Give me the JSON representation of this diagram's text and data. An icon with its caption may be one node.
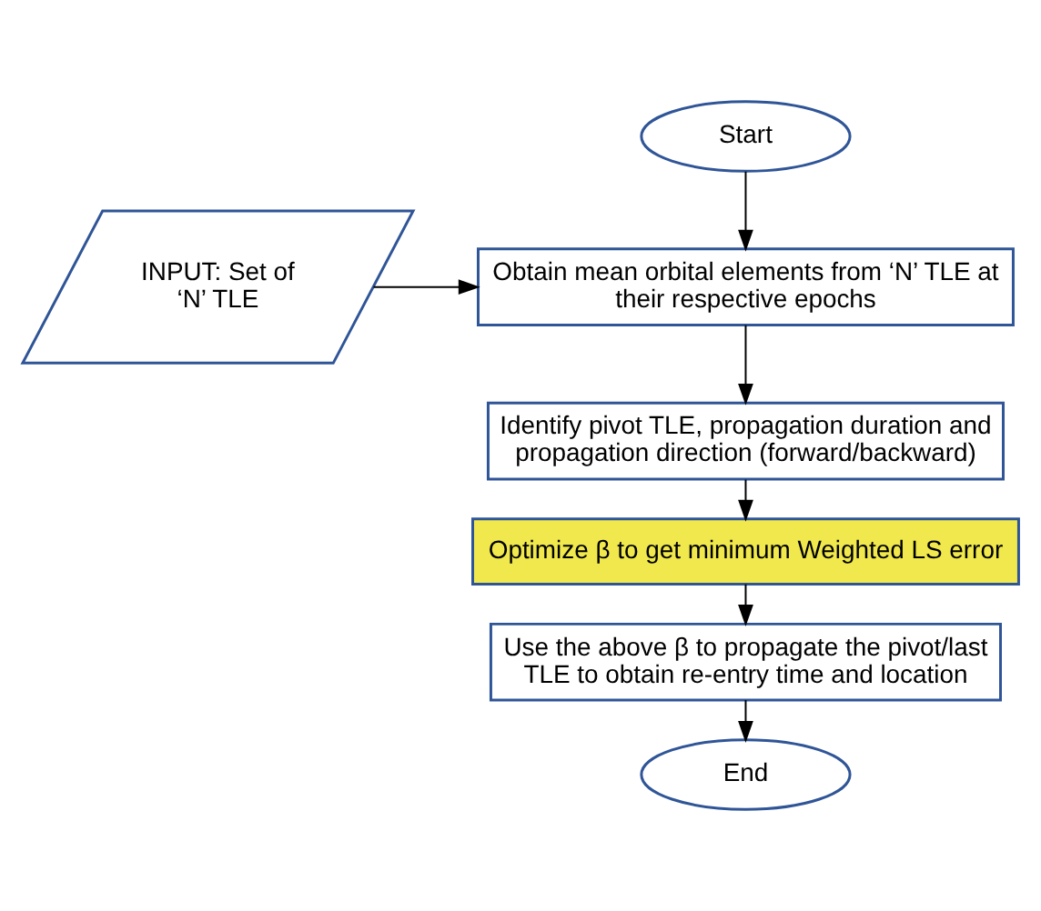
{
  "diagram": {
    "nodes": [
      {
        "text": [
          "Start"
        ]
      },
      {
        "text": [
          "INPUT: Set of ‘N’ TLE"
        ]
      },
      {
        "text": [
          "Obtain mean orbital elements from ‘N’ TLE at their respective epochs"
        ]
      },
      {
        "text": [
          "Identify pivot TLE, propagation duration and propagation direction (forward/backward)"
        ]
      },
      {
        "text": [
          "Optimize β to get minimum Weighted LS error"
        ]
      },
      {
        "text": [
          "Use the above β to propagate the pivot/last TLE to obtain re-entry time and location"
        ]
      },
      {
        "text": [
          "End"
        ]
      }
    ],
    "edges": [
      {
        "from": 0,
        "to": 2,
        "arrow": "to"
      },
      {
        "from": 1,
        "to": 2,
        "arrow": "to"
      },
      {
        "from": 2,
        "to": 3,
        "arrow": "to"
      },
      {
        "from": 3,
        "to": 4,
        "arrow": "to"
      },
      {
        "from": 4,
        "to": 5,
        "arrow": "to"
      },
      {
        "from": 5,
        "to": 6,
        "arrow": "to"
      }
    ]
  }
}
